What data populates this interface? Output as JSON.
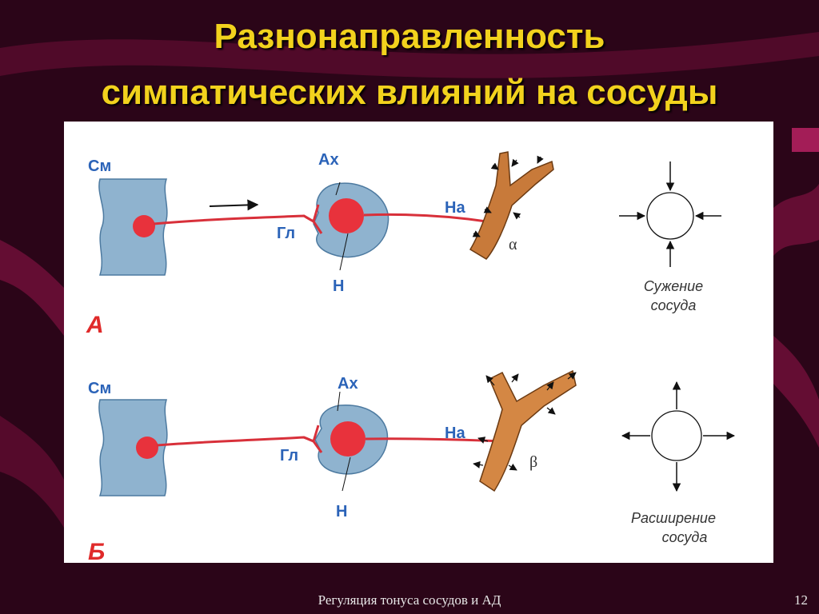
{
  "slide": {
    "title_line1": "Разнонаправленность",
    "title_line2": "симпатических влияний на сосуды",
    "footer": "Регуляция тонуса сосудов и АД",
    "page_number": "12"
  },
  "colors": {
    "title": "#f2d21d",
    "background": "#2b0518",
    "label_blue": "#2b63b8",
    "neuron_red": "#e8323c",
    "tissue_blue": "#8fb3cf",
    "vessel_brown": "#c87a3a"
  },
  "diagram": {
    "panel_a": {
      "letter": "А",
      "spinal_label": "См",
      "ach_label": "Ах",
      "ganglion_label": "Гл",
      "neuron_label": "Н",
      "na_label": "На",
      "receptor": "α",
      "caption_line1": "Сужение",
      "caption_line2": "сосуда"
    },
    "panel_b": {
      "letter": "Б",
      "spinal_label": "См",
      "ach_label": "Ах",
      "ganglion_label": "Гл",
      "neuron_label": "Н",
      "na_label": "На",
      "receptor": "β",
      "caption_line1": "Расширение",
      "caption_line2": "сосуда"
    }
  }
}
